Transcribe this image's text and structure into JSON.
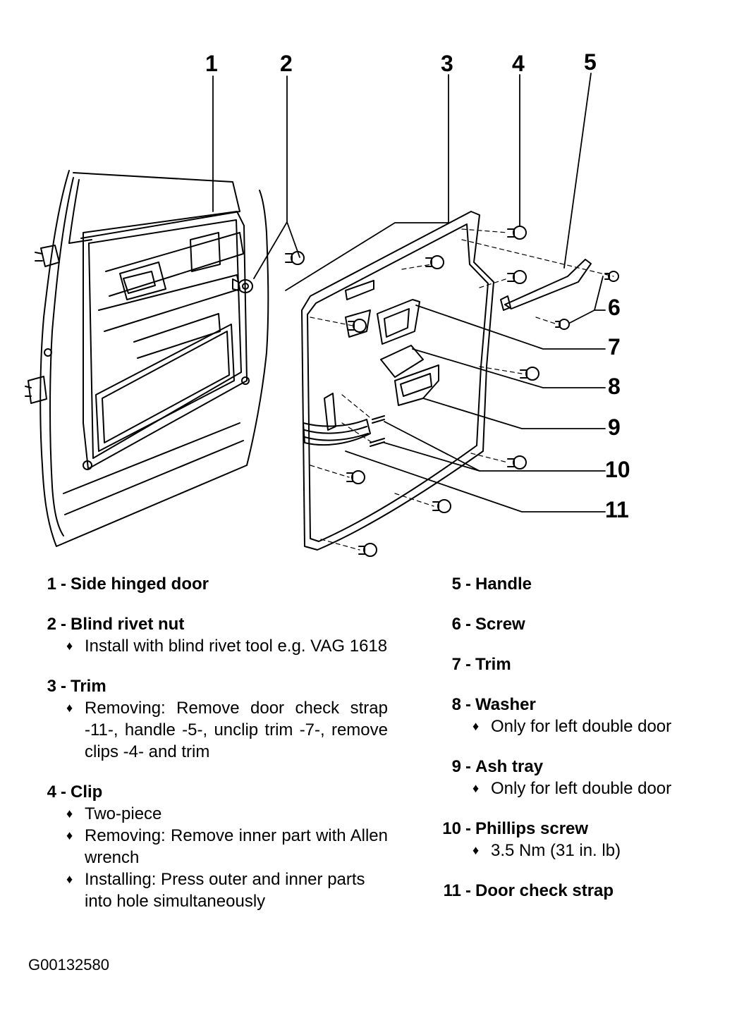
{
  "callouts": [
    "1",
    "2",
    "3",
    "4",
    "5",
    "6",
    "7",
    "8",
    "9",
    "10",
    "11"
  ],
  "legend_left": [
    {
      "num": "1",
      "label": "Side hinged door",
      "notes": []
    },
    {
      "num": "2",
      "label": "Blind rivet nut",
      "notes": [
        "Install with blind rivet tool e.g. VAG 1618"
      ]
    },
    {
      "num": "3",
      "label": "Trim",
      "notes": [
        "Removing:  Remove door check strap -11-, handle -5-, unclip trim -7-, remove clips -4- and trim"
      ]
    },
    {
      "num": "4",
      "label": "Clip",
      "notes": [
        "Two-piece",
        "Removing:  Remove inner part with Allen wrench",
        "Installing:  Press outer and inner parts into hole simultaneously"
      ]
    }
  ],
  "legend_right": [
    {
      "num": "5",
      "label": "Handle",
      "notes": []
    },
    {
      "num": "6",
      "label": "Screw",
      "notes": []
    },
    {
      "num": "7",
      "label": "Trim",
      "notes": []
    },
    {
      "num": "8",
      "label": "Washer",
      "notes": [
        "Only for left double door"
      ]
    },
    {
      "num": "9",
      "label": "Ash tray",
      "notes": [
        "Only for left double door"
      ]
    },
    {
      "num": "10",
      "label": "Phillips screw",
      "notes": [
        "3.5 Nm (31 in. lb)"
      ]
    },
    {
      "num": "11",
      "label": "Door check strap",
      "notes": []
    }
  ],
  "bullet_glyph": "♦",
  "figure_id": "G00132580"
}
